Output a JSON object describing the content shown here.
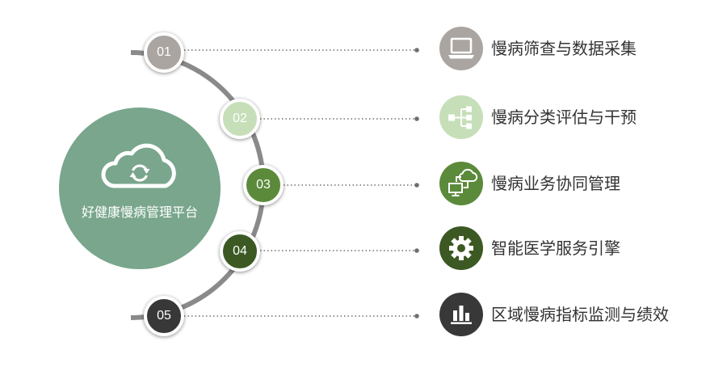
{
  "platform": {
    "title": "好健康慢病管理平台",
    "icon": "cloud-sync-icon",
    "color": "#79a68c"
  },
  "colors": {
    "arc": "#8a8a8a",
    "connector": "#6f6f6f",
    "label_text": "#333333",
    "icon_glyph": "#ffffff"
  },
  "items": [
    {
      "number": "01",
      "label": "慢病筛查与数据采集",
      "icon": "laptop-icon",
      "color": "#aaa5a1"
    },
    {
      "number": "02",
      "label": "慢病分类评估与干预",
      "icon": "hierarchy-icon",
      "color": "#c6dfb9"
    },
    {
      "number": "03",
      "label": "慢病业务协同管理",
      "icon": "cloud-monitor-icon",
      "color": "#5b8a3b"
    },
    {
      "number": "04",
      "label": "智能医学服务引擎",
      "icon": "gear-icon",
      "color": "#3c5923"
    },
    {
      "number": "05",
      "label": "区域慢病指标监测与绩效",
      "icon": "bar-chart-icon",
      "color": "#383838"
    }
  ]
}
